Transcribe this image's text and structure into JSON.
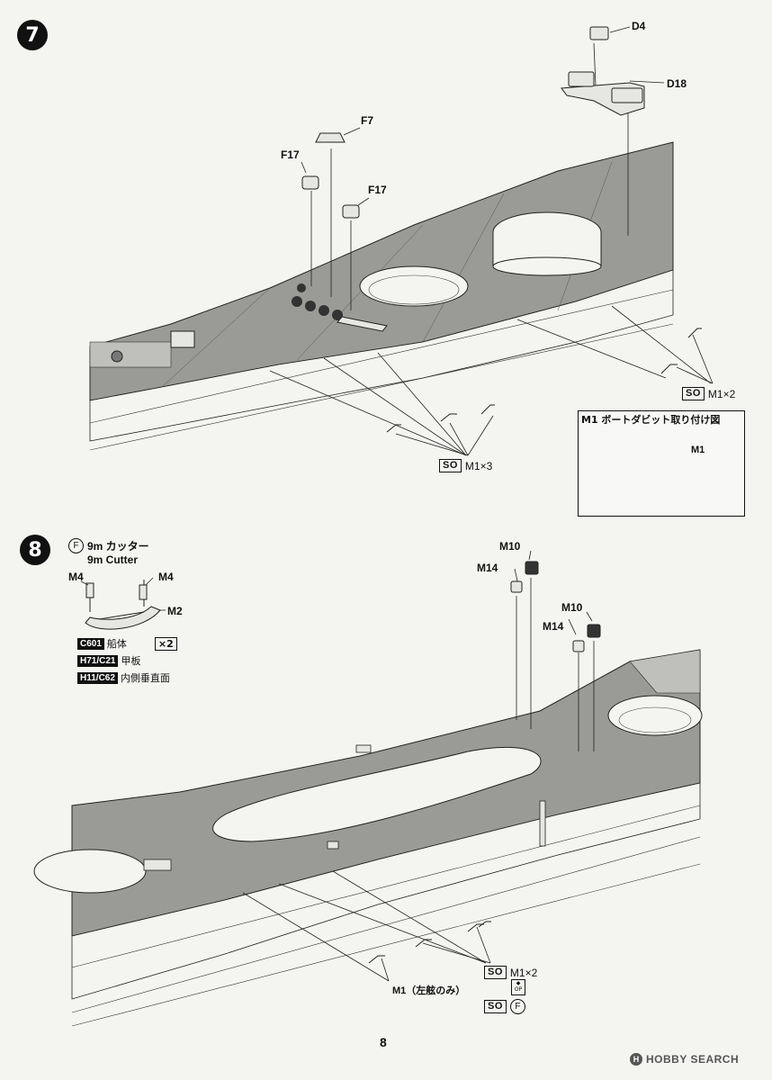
{
  "page_number": "8",
  "watermark": {
    "brand": "HOBBY SEARCH",
    "symbol": "H"
  },
  "step7": {
    "number": "7",
    "parts": {
      "d4": "D4",
      "d18": "D18",
      "f7": "F7",
      "f17_left": "F17",
      "f17_right": "F17"
    },
    "so_right": {
      "so": "SO",
      "text": "M1×2"
    },
    "so_left": {
      "so": "SO",
      "text": "M1×3"
    },
    "detail": {
      "title": "M1 ボートダビット取り付け図",
      "part": "M1"
    }
  },
  "step8": {
    "number": "8",
    "cutter": {
      "circle": "F",
      "title_ja": "9m カッター",
      "title_en": "9m Cutter",
      "m4_left": "M4",
      "m4_right": "M4",
      "m2": "M2"
    },
    "tags": [
      {
        "code": "C601",
        "text": "船体"
      },
      {
        "code": "H71/C21",
        "text": "甲板"
      },
      {
        "code": "H11/C62",
        "text": "内側垂直面"
      }
    ],
    "x2": "×2",
    "parts": {
      "m10_left": "M10",
      "m14_left": "M14",
      "m10_right": "M10",
      "m14_right": "M14"
    },
    "so_line1": {
      "so": "SO",
      "text": "M1×2"
    },
    "m1_note": "M1（左舷のみ）",
    "so_line2": {
      "so": "SO",
      "circle": "F"
    }
  },
  "colors": {
    "deck": "#9a9a97",
    "hull": "#f4f4f1",
    "ink": "#111111"
  }
}
